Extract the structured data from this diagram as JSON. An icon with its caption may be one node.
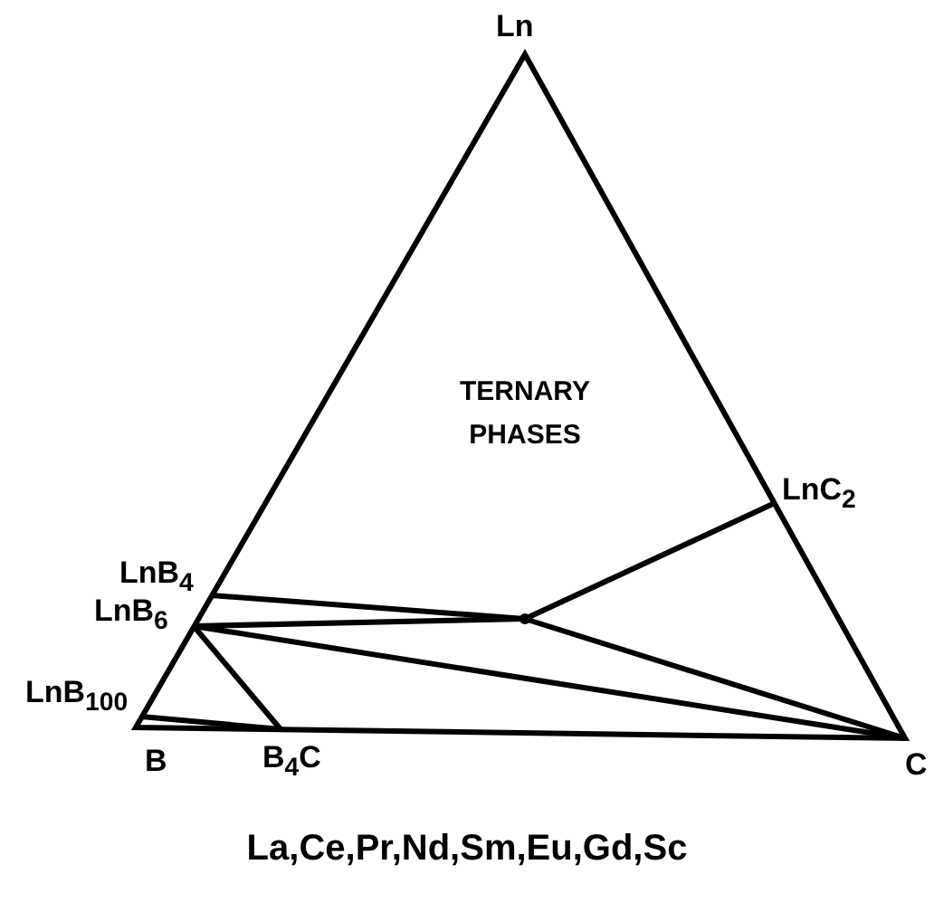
{
  "diagram": {
    "caption": "La,Ce,Pr,Nd,Sm,Eu,Gd,Sc",
    "nodes": [
      {
        "text": [
          "Ln"
        ]
      },
      {
        "text": [
          "LnB$_{4}$"
        ]
      },
      {
        "text": [
          "LnB$_{6}$"
        ]
      },
      {
        "text": [
          "LnB$_{100}$"
        ]
      },
      {
        "text": [
          "B"
        ]
      },
      {
        "text": [
          "B$_{4}$C"
        ]
      },
      {
        "text": [
          "C"
        ]
      },
      {
        "text": [
          "LnC$_{2}$"
        ]
      },
      {
        "text": [],
        "shape": "point"
      }
    ],
    "edges": [
      {
        "from": 1,
        "to": 8,
        "arrow": "none"
      },
      {
        "from": 2,
        "to": 8,
        "arrow": "none"
      },
      {
        "from": 8,
        "to": 7,
        "arrow": "none"
      },
      {
        "from": 8,
        "to": 6,
        "arrow": "none"
      },
      {
        "from": 2,
        "to": 6,
        "arrow": "none"
      },
      {
        "from": 2,
        "to": 5,
        "arrow": "none"
      },
      {
        "from": 3,
        "to": 5,
        "arrow": "none"
      }
    ],
    "labels": [
      "TERNARY PHASES"
    ]
  }
}
